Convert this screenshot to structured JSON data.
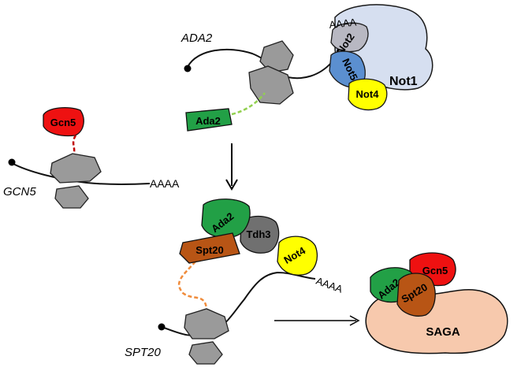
{
  "genes": {
    "ada2": "ADA2",
    "gcn5": "GCN5",
    "spt20": "SPT20"
  },
  "poly_a": {
    "ada2": "AAAA",
    "gcn5": "AAAA",
    "spt20": "AAAA"
  },
  "proteins": {
    "not1": "Not1",
    "not2": "Not2",
    "not5": "Not5",
    "not4_top": "Not4",
    "ada2_top": "Ada2",
    "gcn5_left": "Gcn5",
    "ada2_mid": "Ada2",
    "spt20_mid": "Spt20",
    "tdh3": "Tdh3",
    "not4_mid": "Not4",
    "ada2_saga": "Ada2",
    "gcn5_saga": "Gcn5",
    "spt20_saga": "Spt20",
    "saga": "SAGA"
  },
  "colors": {
    "ribosome": "#9a9a9a",
    "not1": "#d6dff0",
    "not2": "#b8b8c2",
    "not5": "#5b8fd0",
    "not4": "#ffff00",
    "ada2": "#22a046",
    "gcn5": "#ee1111",
    "spt20": "#b85515",
    "tdh3": "#707070",
    "saga": "#f7c9ad",
    "tether_green": "#92d050",
    "tether_red": "#c00000",
    "tether_orange": "#f08c3c"
  }
}
